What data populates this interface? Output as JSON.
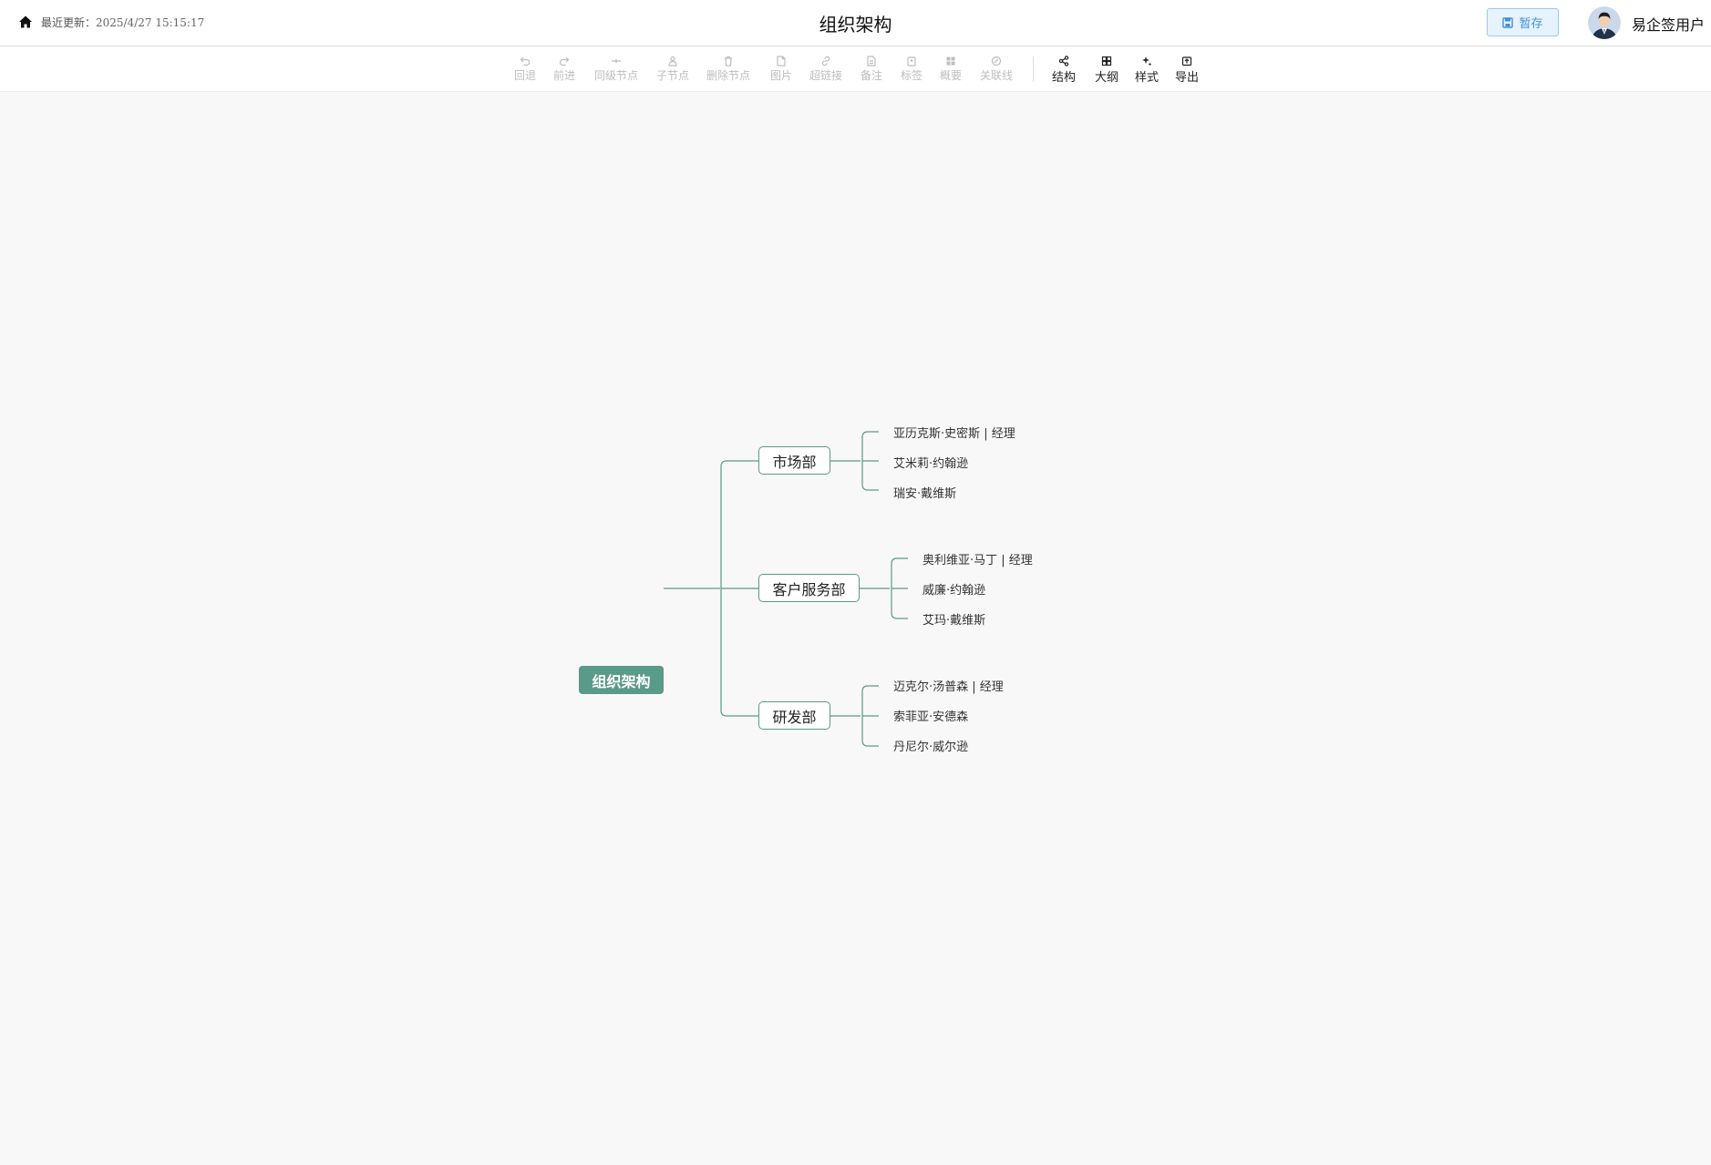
{
  "header": {
    "last_updated_label": "最近更新：",
    "last_updated_time": "2025/4/27 15:15:17",
    "title": "组织架构",
    "save_label": "暂存",
    "username": "易企签用户"
  },
  "toolbar": {
    "undo": "回退",
    "redo": "前进",
    "sibling_node": "同级节点",
    "child_node": "子节点",
    "delete_node": "删除节点",
    "image": "图片",
    "hyperlink": "超链接",
    "note": "备注",
    "tag": "标签",
    "summary": "概要",
    "relation_line": "关联线",
    "structure": "结构",
    "outline": "大纲",
    "style": "样式",
    "export": "导出"
  },
  "mindmap": {
    "root": "组织架构",
    "departments": [
      {
        "name": "市场部",
        "members": [
          "亚历克斯·史密斯 | 经理",
          "艾米莉·约翰逊",
          "瑞安·戴维斯"
        ]
      },
      {
        "name": "客户服务部",
        "members": [
          "奥利维亚·马丁 | 经理",
          "威廉·约翰逊",
          "艾玛·戴维斯"
        ]
      },
      {
        "name": "研发部",
        "members": [
          "迈克尔·汤普森 | 经理",
          "索菲亚·安德森",
          "丹尼尔·威尔逊"
        ]
      }
    ]
  },
  "colors": {
    "accent": "#5a9a88",
    "save_button_text": "#3f8fd8",
    "save_button_bg": "#e6f2fc",
    "canvas_bg": "#f8f8f8"
  }
}
